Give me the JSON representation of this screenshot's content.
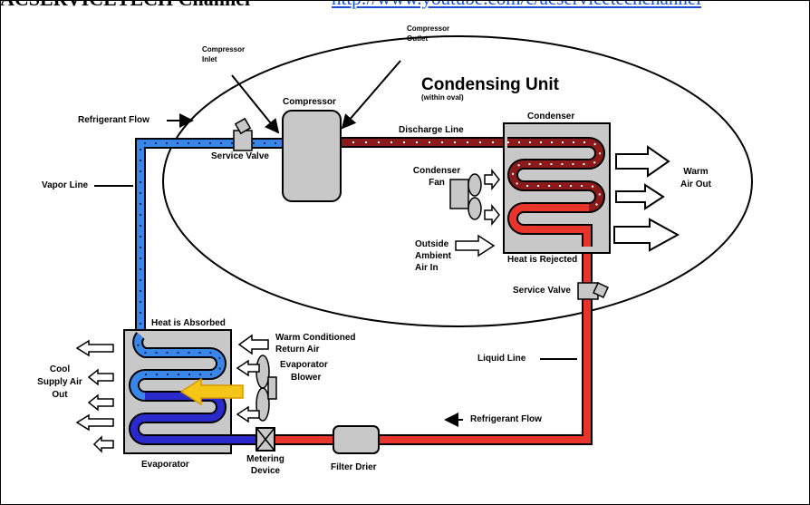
{
  "header": {
    "channel": "ACSERVICETECH Channel",
    "link": "http://www.youtube.com/c/acservicetechchannel"
  },
  "labels": {
    "condensing_unit": "Condensing Unit",
    "within_oval": "(within oval)",
    "compressor": "Compressor",
    "compressor_inlet": [
      "Compressor",
      "Inlet"
    ],
    "compressor_outlet": [
      "Compressor",
      "Outlet"
    ],
    "refrigerant_flow_top": "Refrigerant Flow",
    "service_valve_top": "Service Valve",
    "discharge_line": "Discharge Line",
    "condenser": "Condenser",
    "condenser_fan": [
      "Condenser",
      "Fan"
    ],
    "warm_air_out": [
      "Warm",
      "Air Out"
    ],
    "outside_ambient_air_in": [
      "Outside",
      "Ambient",
      "Air In"
    ],
    "heat_is_rejected": "Heat is Rejected",
    "service_valve_right": "Service Valve",
    "vapor_line": "Vapor Line",
    "liquid_line": "Liquid Line",
    "heat_is_absorbed": "Heat is Absorbed",
    "warm_conditioned_return_air": [
      "Warm Conditioned",
      "Return Air"
    ],
    "evaporator_blower": [
      "Evaporator",
      "Blower"
    ],
    "cool_supply_air_out": [
      "Cool",
      "Supply Air",
      "Out"
    ],
    "refrigerant_flow_bottom": "Refrigerant Flow",
    "evaporator": "Evaporator",
    "metering_device": [
      "Metering",
      "Device"
    ],
    "filter_drier": "Filter Drier"
  },
  "colors": {
    "vapor_line": "#3a86e8",
    "discharge_line": "#8b1a1a",
    "liquid_line": "#e8342a",
    "condenser_coil_hot": "#8b1a1a",
    "evaporator_coil_cold": "#2a2acc",
    "component_fill": "#c8c8c8",
    "heat_arrow": "#f5c518",
    "link": "#1a4fd6"
  }
}
